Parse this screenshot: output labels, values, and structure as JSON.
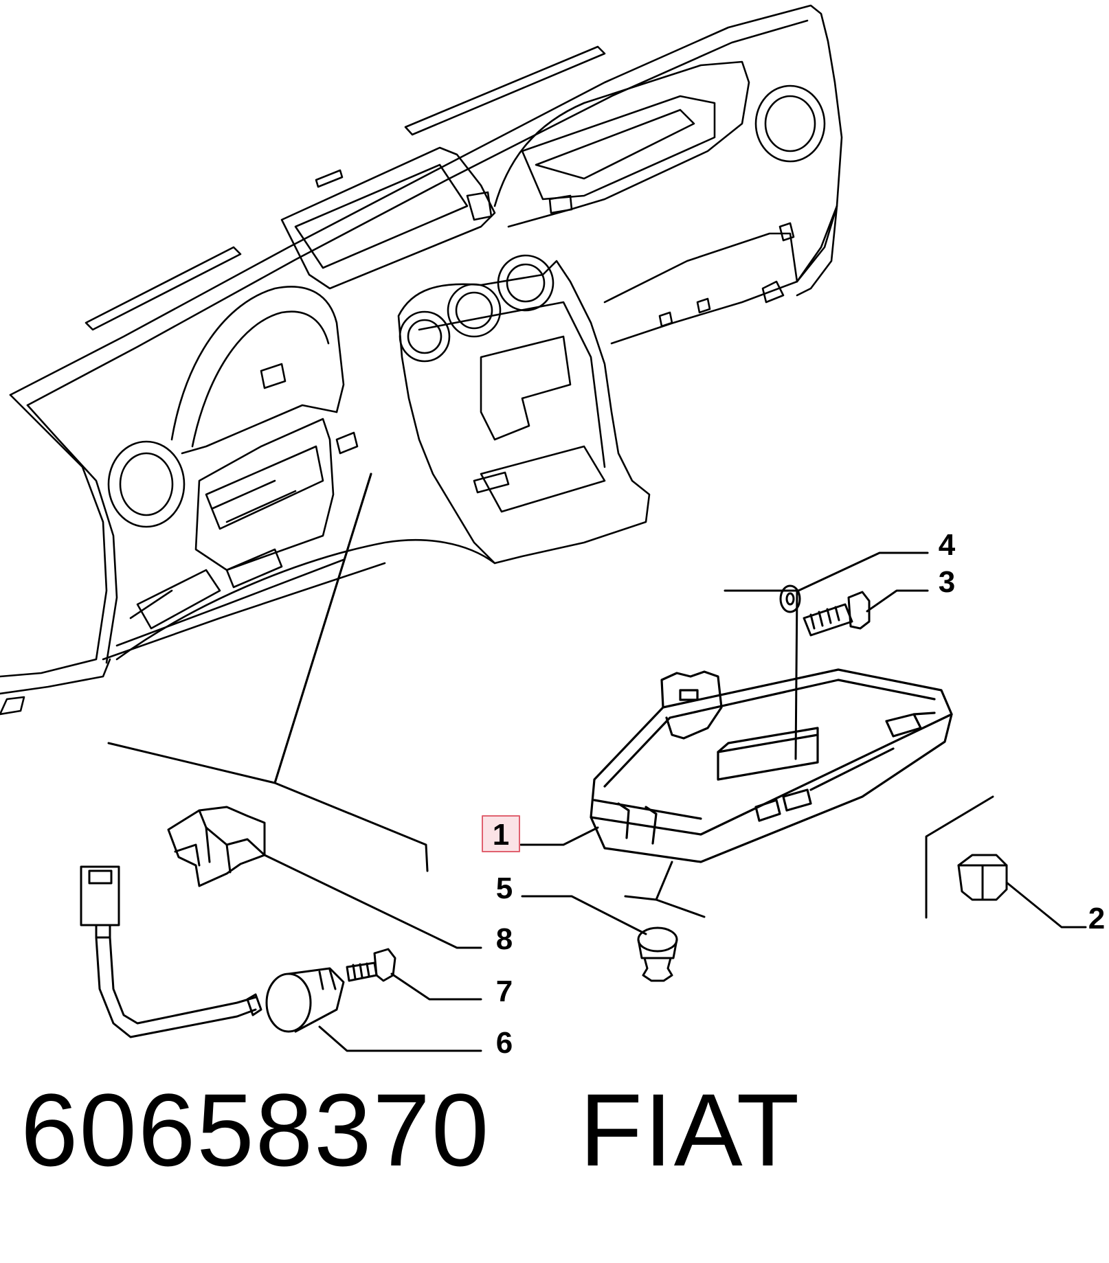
{
  "callouts": {
    "c1": "1",
    "c2": "2",
    "c3": "3",
    "c4": "4",
    "c5": "5",
    "c6": "6",
    "c7": "7",
    "c8": "8"
  },
  "caption": {
    "part_number": "60658370",
    "brand": "FIAT"
  },
  "colors": {
    "ink": "#000000",
    "highlight_border": "#e0606e",
    "highlight_fill": "#fbe3e6"
  }
}
